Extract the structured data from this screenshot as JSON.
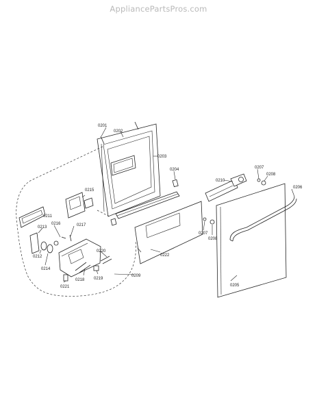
{
  "watermark": "AppliancePartsPros.com",
  "labels": {
    "l0201": "0201",
    "l0202": "0202",
    "l0203": "0203",
    "l0204": "0204",
    "l0205": "0205",
    "l0206": "0206",
    "l0207a": "0207",
    "l0207b": "0207",
    "l0208a": "0208",
    "l0208b": "0208",
    "l0209": "0209",
    "l0210": "0210",
    "l0211": "0211",
    "l0212": "0212",
    "l0213": "0213",
    "l0214": "0214",
    "l0215": "0215",
    "l0216": "0216",
    "l0217": "0217",
    "l0218": "0218",
    "l0219": "0219",
    "l0220": "0220",
    "l0221": "0221",
    "l0222": "0222"
  }
}
